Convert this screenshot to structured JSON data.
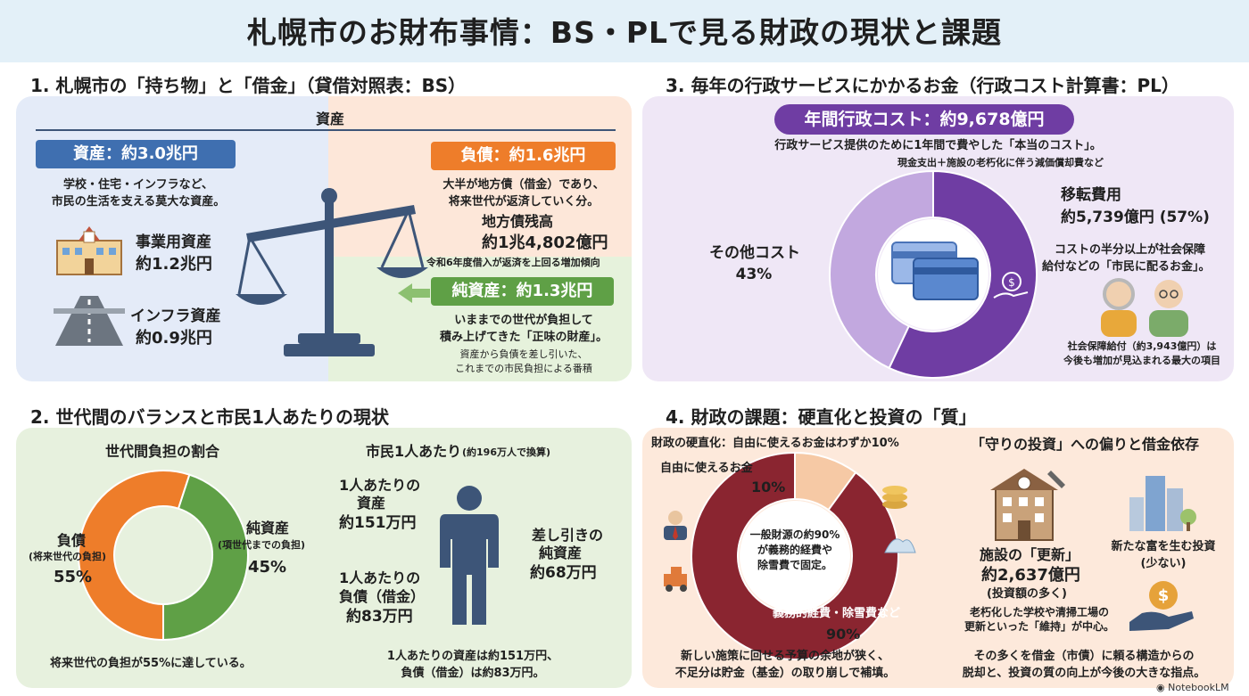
{
  "title": "札幌市のお財布事情：BS・PLで見る財政の現状と課題",
  "s1": {
    "heading": "1. 札幌市の「持ち物」と「借金」（貸借対照表：BS）",
    "center_label": "資産",
    "assets_pill": "資産：約3.0兆円",
    "assets_desc1": "学校・住宅・インフラなど、",
    "assets_desc2": "市民の生活を支える莫大な資産。",
    "biz_label": "事業用資産",
    "biz_value": "約1.2兆円",
    "infra_label": "インフラ資産",
    "infra_value": "約0.9兆円",
    "liab_pill": "負債：約1.6兆円",
    "liab_desc1": "大半が地方債（借金）であり、",
    "liab_desc2": "将来世代が返済していく分。",
    "bond_label": "地方債残高",
    "bond_value": "約1兆4,802億円",
    "bond_note": "令和6年度借入が返済を上回る増加傾向",
    "net_pill": "純資産：約1.3兆円",
    "net_desc1": "いままでの世代が負担して",
    "net_desc2": "積み上げてきた「正味の財産」。",
    "net_note1": "資産から負債を差し引いた、",
    "net_note2": "これまでの市民負担による番積"
  },
  "s2": {
    "heading": "2. 世代間のバランスと市民1人あたりの現状",
    "donut_title": "世代間負担の割合",
    "liab_label": "負債",
    "liab_sub": "(将来世代の負担)",
    "liab_pct": "55%",
    "net_label": "純資産",
    "net_sub": "(項世代までの負担)",
    "net_pct": "45%",
    "footnote": "将来世代の負担が55%に達している。",
    "per_title": "市民1人あたり",
    "per_note": "(約196万人で換算)",
    "asset_l1": "1人あたりの",
    "asset_l2": "資産",
    "asset_val": "約151万円",
    "debt_l1": "1人あたりの",
    "debt_l2": "負債（借金）",
    "debt_val": "約83万円",
    "net_l1": "差し引きの",
    "net_l2": "純資産",
    "net_val": "約68万円",
    "sum1": "1人あたりの資産は約151万円、",
    "sum2": "負債（借金）は約83万円。"
  },
  "s3": {
    "heading": "3. 毎年の行政サービスにかかるお金（行政コスト計算書：PL）",
    "pill": "年間行政コスト：約9,678億円",
    "desc": "行政サービス提供のために1年間で費やした「本当のコスト」。",
    "sub": "現金支出＋施設の老朽化に伴う減価償却費など",
    "transfer_label": "移転費用",
    "transfer_value": "約5,739億円 (57%)",
    "transfer_desc1": "コストの半分以上が社会保障",
    "transfer_desc2": "給付などの「市民に配るお金」。",
    "other_label": "その他コスト",
    "other_pct": "43%",
    "ss_note1": "社会保障給付（約3,943億円）は",
    "ss_note2": "今後も増加が見込まれる最大の項目"
  },
  "s4": {
    "heading": "4. 財政の課題：硬直化と投資の「質」",
    "left_title": "財政の硬直化：自由に使えるお金はわずか10%",
    "free_label": "自由に使えるお金",
    "free_pct": "10%",
    "center1": "一般財源の約90%",
    "center2": "が義務的経費や",
    "center3": "除雪費で固定。",
    "mand_label": "義務的経費・除雪費など",
    "mand_pct": "90%",
    "left_foot1": "新しい施策に回せる予算の余地が狭く、",
    "left_foot2": "不足分は貯金（基金）の取り崩しで補填。",
    "right_title": "「守りの投資」への偏りと借金依存",
    "renew_label": "施設の「更新」",
    "renew_value": "約2,637億円",
    "renew_sub": "(投資額の多く)",
    "renew_desc1": "老朽化した学校や清掃工場の",
    "renew_desc2": "更新といった「維持」が中心。",
    "new_label1": "新たな富を生む投資",
    "new_label2": "(少ない)",
    "right_foot1": "その多くを借金（市債）に頼る構造からの",
    "right_foot2": "脱却と、投資の質の向上が今後の大きな指点。"
  },
  "brand": "NotebookLM",
  "colors": {
    "blue": "#3f6fb0",
    "orange": "#ee7d2a",
    "green": "#5fa046",
    "purple": "#6f3da3",
    "lavender": "#c2a8df",
    "maroon": "#8a2530",
    "peach": "#f6c9a5",
    "navy": "#3d5578"
  },
  "chart_data": [
    {
      "type": "pie",
      "title": "世代間負担の割合",
      "categories": [
        "負債",
        "純資産"
      ],
      "values": [
        55,
        45
      ]
    },
    {
      "type": "pie",
      "title": "",
      "categories": [
        "移転費用",
        "その他コスト"
      ],
      "values": [
        57,
        43
      ]
    },
    {
      "type": "pie",
      "title": "財政の硬直化：自由に使えるお金はわずか10%",
      "categories": [
        "自由に使えるお金",
        "義務的経費・除雪費など"
      ],
      "values": [
        10,
        90
      ]
    }
  ]
}
